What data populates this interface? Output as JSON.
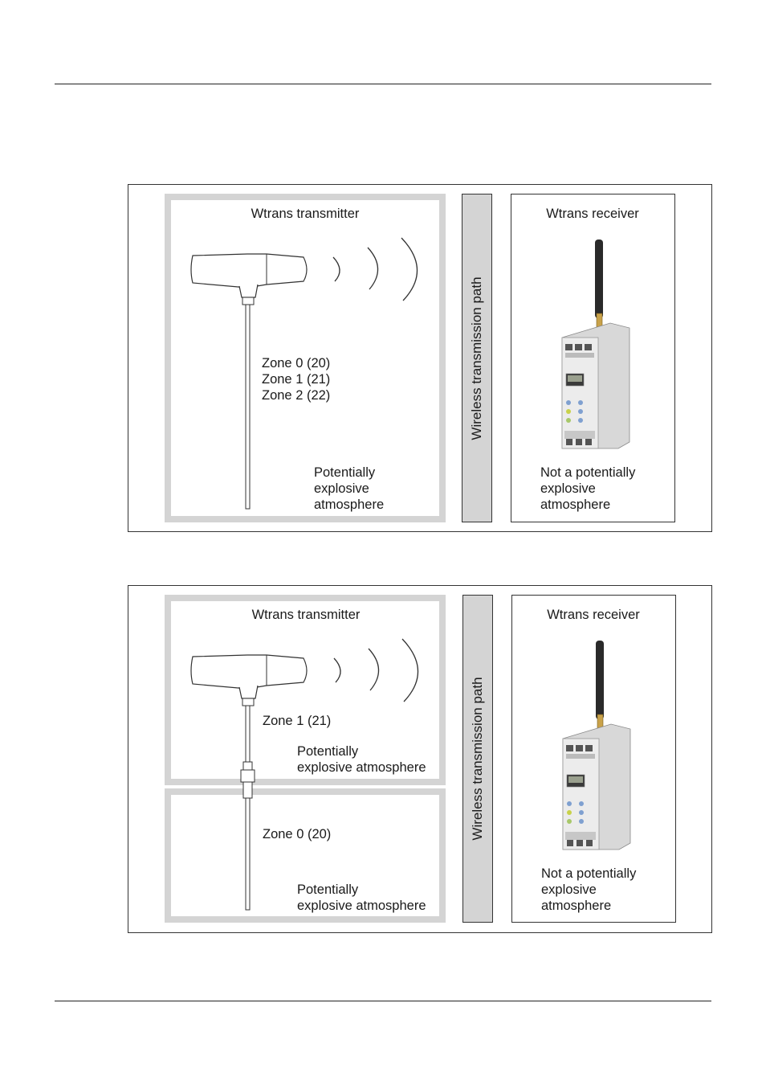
{
  "figure1": {
    "transmitter_title": "Wtrans transmitter",
    "zones": [
      "Zone 0 (20)",
      "Zone 1 (21)",
      "Zone 2 (22)"
    ],
    "atmosphere": [
      "Potentially",
      "explosive",
      "atmosphere"
    ],
    "path_label": "Wireless transmission path",
    "receiver_title": "Wtrans receiver",
    "receiver_atmosphere": [
      "Not a potentially",
      "explosive",
      "atmosphere"
    ]
  },
  "figure2": {
    "transmitter_title": "Wtrans transmitter",
    "upper_zone": "Zone 1 (21)",
    "upper_atmosphere": [
      "Potentially",
      "explosive atmosphere"
    ],
    "lower_zone": "Zone 0 (20)",
    "lower_atmosphere": [
      "Potentially",
      "explosive atmosphere"
    ],
    "path_label": "Wireless transmission path",
    "receiver_title": "Wtrans receiver",
    "receiver_atmosphere": [
      "Not a potentially",
      "explosive",
      "atmosphere"
    ]
  }
}
